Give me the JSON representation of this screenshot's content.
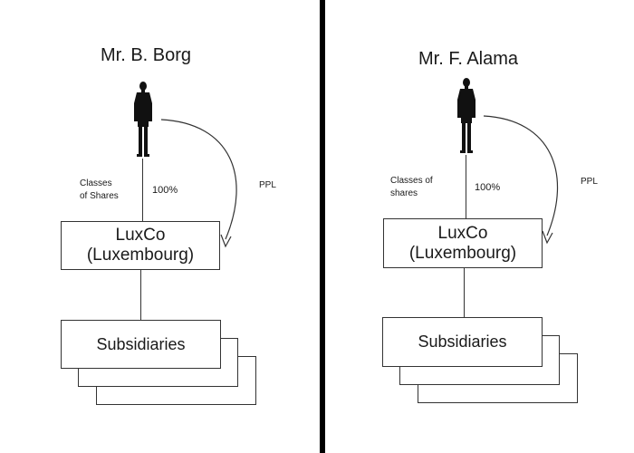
{
  "panels": [
    {
      "owner_name": "Mr. B. Borg",
      "classes_label_line1": "Classes",
      "classes_label_line2": "of Shares",
      "ownership_pct": "100%",
      "ppl_label": "PPL",
      "company_line1": "LuxCo",
      "company_line2": "(Luxembourg)",
      "subsidiaries_label": "Subsidiaries"
    },
    {
      "owner_name": "Mr. F. Alama",
      "classes_label_line1": "Classes of",
      "classes_label_line2": "shares",
      "ownership_pct": "100%",
      "ppl_label": "PPL",
      "company_line1": "LuxCo",
      "company_line2": "(Luxembourg)",
      "subsidiaries_label": "Subsidiaries"
    }
  ],
  "colors": {
    "divider": "#000000",
    "lines": "#333333",
    "figure": "#111111"
  }
}
